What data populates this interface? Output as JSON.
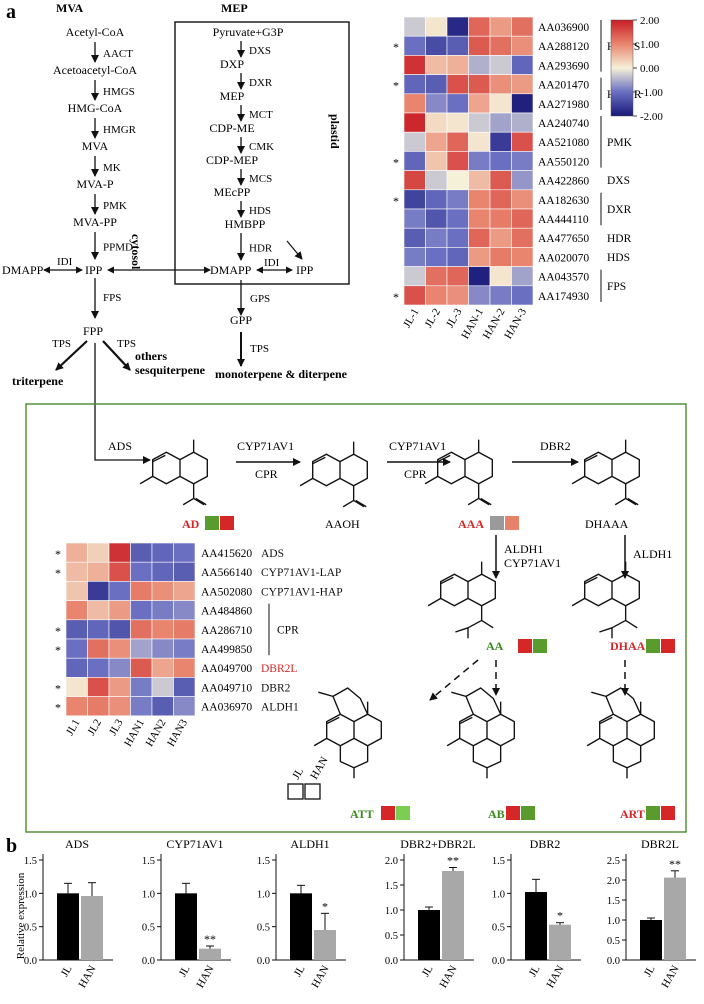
{
  "panel_a": {
    "label": "a",
    "mva": {
      "header": "MVA",
      "compounds": [
        "Acetyl-CoA",
        "Acetoacetyl-CoA",
        "HMG-CoA",
        "MVA",
        "MVA-P",
        "MVA-PP"
      ],
      "enzymes": [
        "AACT",
        "HMGS",
        "HMGR",
        "MK",
        "PMK",
        "PPMD"
      ],
      "dmapp": "DMAPP",
      "idi": "IDI",
      "ipp": "IPP",
      "fps": "FPS",
      "fpp": "FPP",
      "tps_left": "TPS",
      "tps_right": "TPS",
      "triterpene": "triterpene",
      "others_line1": "others",
      "others_line2": "sesquiterpene"
    },
    "mep": {
      "header": "MEP",
      "compounds": [
        "Pyruvate+G3P",
        "DXP",
        "MEP",
        "CDP-ME",
        "CDP-MEP",
        "MEcPP",
        "HMBPP"
      ],
      "enzymes": [
        "DXS",
        "DXR",
        "MCT",
        "CMK",
        "MCS",
        "HDS",
        "HDR"
      ],
      "dmapp": "DMAPP",
      "idi": "IDI",
      "ipp": "IPP",
      "gps": "GPS",
      "gpp": "GPP",
      "tps": "TPS",
      "product": "monoterpene & diterpene"
    },
    "cytosol": "cytosol",
    "plastid": "plastid",
    "heatmap_top": {
      "rows": [
        {
          "id": "AA036900",
          "star": "",
          "values": [
            -0.3,
            0.1,
            -1.8,
            1.3,
            0.8,
            1.2
          ]
        },
        {
          "id": "AA288120",
          "star": "*",
          "values": [
            -1.0,
            -1.4,
            -1.2,
            1.4,
            1.2,
            0.9
          ]
        },
        {
          "id": "AA293690",
          "star": "",
          "values": [
            1.8,
            0.5,
            0.6,
            -0.5,
            -0.3,
            -1.1
          ]
        },
        {
          "id": "AA201470",
          "star": "*",
          "values": [
            -1.1,
            -1.2,
            1.5,
            1.4,
            0.9,
            0.8
          ]
        },
        {
          "id": "AA271980",
          "star": "",
          "values": [
            1.0,
            -0.8,
            -1.0,
            0.7,
            0.1,
            -1.9
          ]
        },
        {
          "id": "AA240740",
          "star": "",
          "values": [
            1.9,
            0.2,
            0.1,
            -0.3,
            -0.6,
            -0.5
          ]
        },
        {
          "id": "AA521080",
          "star": "",
          "values": [
            -0.3,
            0.7,
            1.3,
            0.1,
            -1.6,
            1.5
          ]
        },
        {
          "id": "AA550120",
          "star": "*",
          "values": [
            -1.1,
            0.4,
            1.5,
            -0.9,
            -1.0,
            -0.9
          ]
        },
        {
          "id": "AA422860",
          "star": "",
          "values": [
            1.6,
            -0.3,
            0.0,
            0.5,
            1.4,
            -0.7
          ]
        },
        {
          "id": "AA182630",
          "star": "*",
          "values": [
            -1.5,
            -1.1,
            -0.9,
            1.0,
            1.3,
            0.9
          ]
        },
        {
          "id": "AA444110",
          "star": "",
          "values": [
            -0.9,
            -1.3,
            -1.0,
            1.0,
            1.1,
            1.3
          ]
        },
        {
          "id": "AA477650",
          "star": "",
          "values": [
            -1.2,
            -0.9,
            -1.0,
            1.3,
            0.8,
            1.2
          ]
        },
        {
          "id": "AA020070",
          "star": "",
          "values": [
            -0.9,
            -1.0,
            -1.1,
            0.8,
            1.1,
            1.0
          ]
        },
        {
          "id": "AA043570",
          "star": "",
          "values": [
            -0.3,
            1.2,
            1.3,
            -1.9,
            0.1,
            -0.6
          ]
        },
        {
          "id": "AA174930",
          "star": "*",
          "values": [
            1.5,
            1.0,
            0.9,
            -0.8,
            -0.9,
            -1.0
          ]
        }
      ],
      "columns": [
        "JL-1",
        "JL-2",
        "JL-3",
        "HAN-1",
        "HAN-2",
        "HAN-3"
      ],
      "groups": [
        "HMGS",
        "HMGR",
        "PMK",
        "DXS",
        "DXR",
        "HDR",
        "HDS",
        "FPS"
      ],
      "legend_ticks": [
        "2.00",
        "1.00",
        "0.00",
        "-1.00",
        "-2.00"
      ]
    },
    "art_path": {
      "enzymes": [
        "ADS",
        "CYP71AV1",
        "CPR",
        "CYP71AV1",
        "CPR",
        "DBR2",
        "ALDH1",
        "CYP71AV1",
        "ALDH1"
      ],
      "compounds": {
        "ad": "AD",
        "aaoh": "AAOH",
        "aaa": "AAA",
        "dhaaa": "DHAAA",
        "aa": "AA",
        "dhaa": "DHAA",
        "att": "ATT",
        "ab": "AB",
        "art": "ART"
      },
      "legend_jl": "JL",
      "legend_han": "HAN",
      "colors": {
        "red": "#d62728",
        "green": "#5a9b2e",
        "grey": "#9a9a9a",
        "salmon": "#e6826a",
        "ltgreen": "#7ccd52",
        "text_red": "#d62728",
        "text_green": "#3a8a1e",
        "frame": "#4a8a2c"
      }
    },
    "heatmap_bottom": {
      "rows": [
        {
          "id": "AA415620",
          "name": "ADS",
          "star": "*",
          "values": [
            0.6,
            0.3,
            1.8,
            -1.2,
            -1.1,
            -1.0
          ]
        },
        {
          "id": "AA566140",
          "name": "CYP71AV1-LAP",
          "star": "*",
          "values": [
            0.5,
            0.6,
            1.5,
            -1.0,
            -1.1,
            -1.2
          ]
        },
        {
          "id": "AA502080",
          "name": "CYP71AV1-HAP",
          "star": "",
          "values": [
            0.4,
            -1.6,
            -1.0,
            1.1,
            0.9,
            0.7
          ]
        },
        {
          "id": "AA484860",
          "name": "",
          "star": "",
          "values": [
            1.0,
            0.5,
            0.8,
            -1.0,
            -0.9,
            -0.8
          ]
        },
        {
          "id": "AA286710",
          "name": "CPR",
          "star": "*",
          "values": [
            -1.2,
            -1.1,
            -1.3,
            1.2,
            1.0,
            1.1
          ]
        },
        {
          "id": "AA499850",
          "name": "",
          "star": "*",
          "values": [
            -1.0,
            1.2,
            0.9,
            -0.6,
            -0.8,
            -0.9
          ]
        },
        {
          "id": "AA049700",
          "name": "DBR2L",
          "star": "",
          "values": [
            -1.1,
            -1.0,
            -0.8,
            1.4,
            0.7,
            1.0
          ]
        },
        {
          "id": "AA049710",
          "name": "DBR2",
          "star": "*",
          "values": [
            0.1,
            1.5,
            0.8,
            -0.9,
            -0.3,
            -1.2
          ]
        },
        {
          "id": "AA036970",
          "name": "ALDH1",
          "star": "*",
          "values": [
            1.0,
            1.1,
            0.9,
            -0.9,
            -1.2,
            -0.8
          ]
        }
      ],
      "columns": [
        "JL1",
        "JL2",
        "JL3",
        "HAN1",
        "HAN2",
        "HAN3"
      ],
      "name_colors": {
        "DBR2L": "#d62728"
      }
    }
  },
  "panel_b": {
    "label": "b",
    "ylabel": "Relative expression",
    "chart_data": [
      {
        "type": "bar",
        "title": "ADS",
        "categories": [
          "JL",
          "HAN"
        ],
        "values": [
          1.0,
          0.96
        ],
        "errors": [
          0.15,
          0.2
        ],
        "sig": [
          "",
          ""
        ],
        "ylim": [
          0,
          1.5
        ],
        "ticks": [
          "0.0",
          "0.5",
          "1.0",
          "1.5"
        ]
      },
      {
        "type": "bar",
        "title": "CYP71AV1",
        "categories": [
          "JL",
          "HAN"
        ],
        "values": [
          1.0,
          0.17
        ],
        "errors": [
          0.15,
          0.04
        ],
        "sig": [
          "",
          "**"
        ],
        "ylim": [
          0,
          1.5
        ],
        "ticks": [
          "0.0",
          "0.5",
          "1.0",
          "1.5"
        ]
      },
      {
        "type": "bar",
        "title": "ALDH1",
        "categories": [
          "JL",
          "HAN"
        ],
        "values": [
          1.0,
          0.45
        ],
        "errors": [
          0.12,
          0.25
        ],
        "sig": [
          "",
          "*"
        ],
        "ylim": [
          0,
          1.5
        ],
        "ticks": [
          "0.0",
          "0.5",
          "1.0",
          "1.5"
        ]
      },
      {
        "type": "bar",
        "title": "DBR2+DBR2L",
        "categories": [
          "JL",
          "HAN"
        ],
        "values": [
          1.0,
          1.78
        ],
        "errors": [
          0.06,
          0.07
        ],
        "sig": [
          "",
          "**"
        ],
        "ylim": [
          0,
          2.0
        ],
        "ticks": [
          "0.0",
          "0.5",
          "1.0",
          "1.5",
          "2.0"
        ]
      },
      {
        "type": "bar",
        "title": "DBR2",
        "categories": [
          "JL",
          "HAN"
        ],
        "values": [
          1.02,
          0.53
        ],
        "errors": [
          0.19,
          0.03
        ],
        "sig": [
          "",
          "*"
        ],
        "ylim": [
          0,
          1.5
        ],
        "ticks": [
          "0.0",
          "0.5",
          "1.0",
          "1.5"
        ]
      },
      {
        "type": "bar",
        "title": "DBR2L",
        "categories": [
          "JL",
          "HAN"
        ],
        "values": [
          1.0,
          2.06
        ],
        "errors": [
          0.05,
          0.17
        ],
        "sig": [
          "",
          "**"
        ],
        "ylim": [
          0,
          2.5
        ],
        "ticks": [
          "0.0",
          "0.5",
          "1.0",
          "1.5",
          "2.0",
          "2.5"
        ]
      }
    ],
    "bar_colors": {
      "JL": "#000000",
      "HAN": "#a8a8a8"
    }
  }
}
